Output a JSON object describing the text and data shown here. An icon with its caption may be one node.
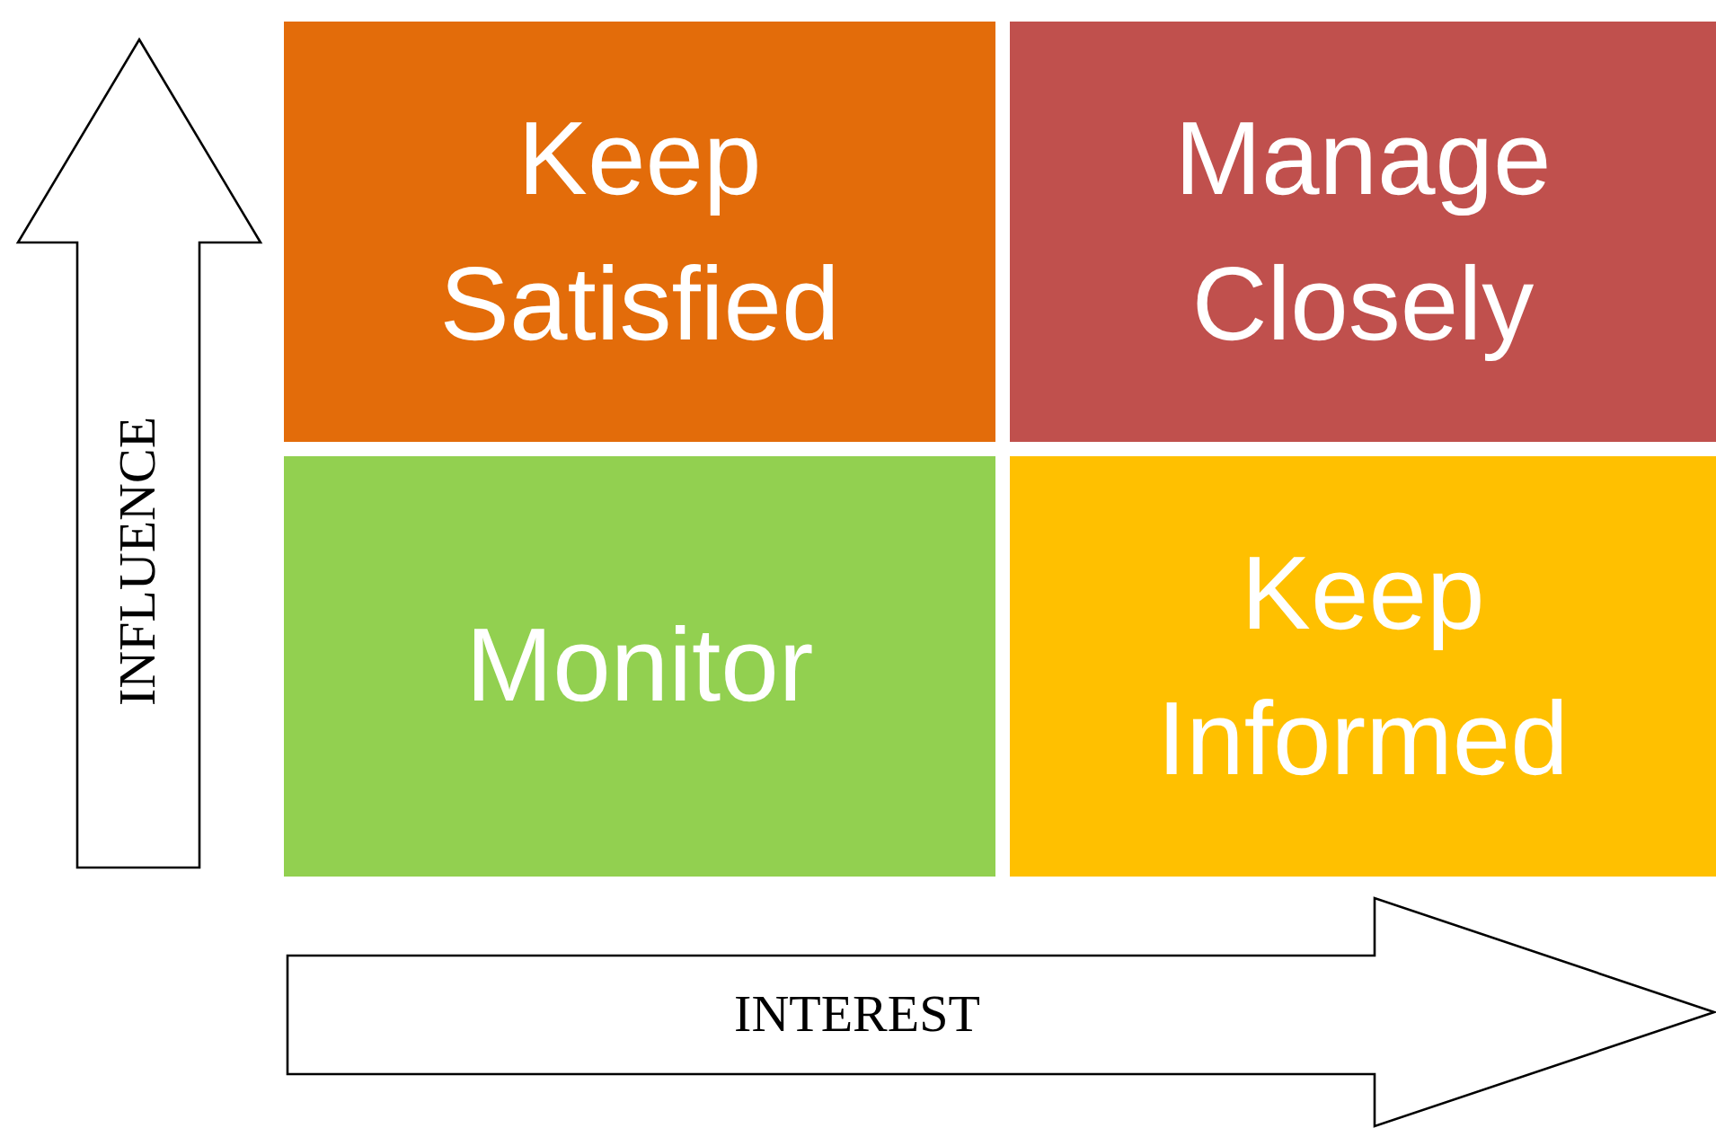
{
  "diagram": {
    "nodes": [
      {
        "text": [
          "Keep Satisfied"
        ]
      },
      {
        "text": [
          "Manage Closely"
        ]
      },
      {
        "text": [
          "Monitor"
        ]
      },
      {
        "text": [
          "Keep Informed"
        ]
      },
      {
        "text": [
          "INFLUENCE"
        ]
      },
      {
        "text": [
          "INTEREST"
        ]
      }
    ]
  }
}
